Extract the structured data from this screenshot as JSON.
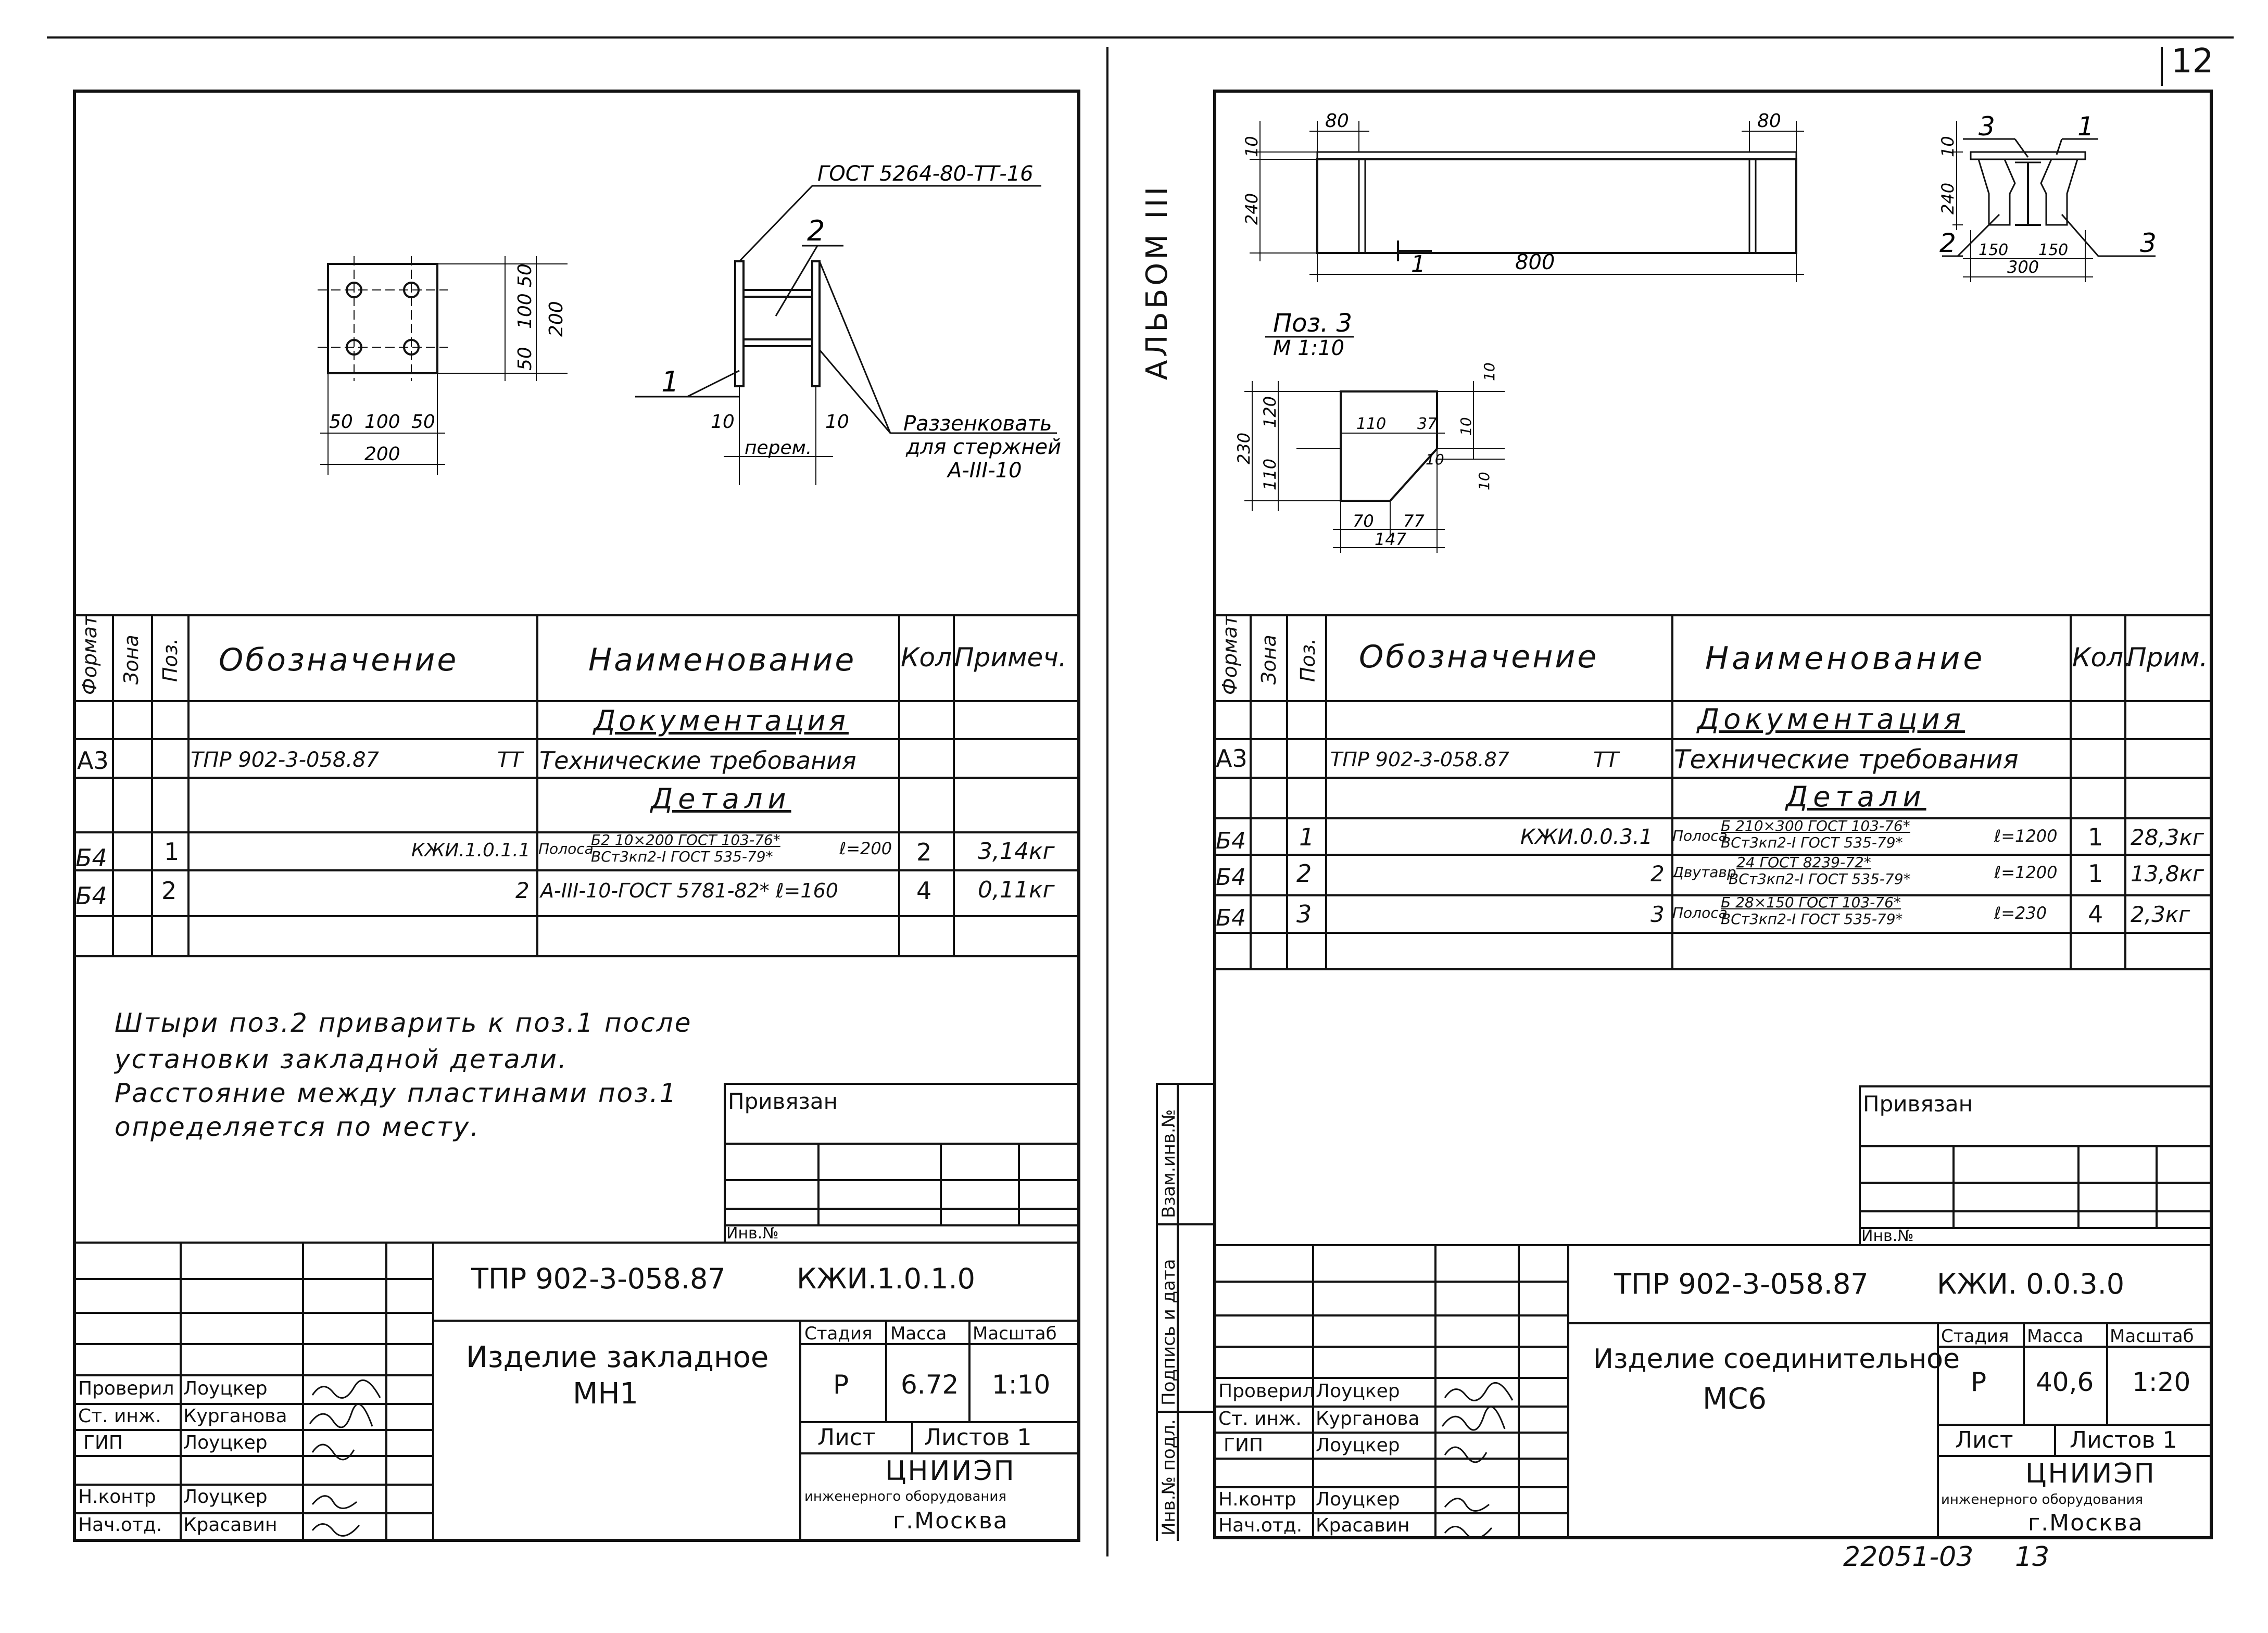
{
  "page": {
    "sheet_number": "12",
    "archive_number": "22051-03",
    "archive_suffix": "13"
  },
  "left": {
    "drawing": {
      "gost_ref": "ГОСТ 5264-80-ТТ-16",
      "pos1": "1",
      "pos2": "2",
      "dims": {
        "d50a": "50",
        "d100a": "100",
        "d50b": "50",
        "d200a": "200",
        "d50c": "50",
        "d100b": "100",
        "d50d": "50",
        "d200b": "200",
        "d10a": "10",
        "d10b": "10",
        "perem": "перем."
      },
      "note1": "Раззенковать",
      "note2": "для стержней",
      "note3": "А-III-10"
    },
    "spec": {
      "headers": {
        "format": "Формат",
        "zone": "Зона",
        "pos": "Поз.",
        "designation": "Обозначение",
        "name": "Наименование",
        "qty": "Кол.",
        "note": "Примеч."
      },
      "section_docs": "Документация",
      "section_parts": "Детали",
      "rows": [
        {
          "format": "А3",
          "pos": "",
          "designation": "ТПР 902-3-058.87",
          "code": "ТТ",
          "name": "Технические требования",
          "qty": "",
          "note": ""
        },
        {
          "format": "Б4",
          "pos": "1",
          "designation": "КЖИ.1.0.1.1",
          "code": "",
          "name_prefix": "Полоса",
          "name_top": "Б2 10×200 ГОСТ 103-76*",
          "name_bottom": "ВСт3кп2-I ГОСТ 535-79*",
          "name_len": "ℓ=200",
          "qty": "2",
          "note": "3,14кг"
        },
        {
          "format": "Б4",
          "pos": "2",
          "designation": "2",
          "code": "",
          "name": "А-III-10-ГОСТ 5781-82* ℓ=160",
          "qty": "4",
          "note": "0,11кг"
        }
      ]
    },
    "notes": [
      "Штыри поз.2 приварить к поз.1 после",
      "установки закладной детали.",
      "Расстояние между пластинами поз.1",
      "определяется по месту."
    ],
    "stamp": {
      "privyazan": "Привязан",
      "inv_no": "Инв.№",
      "doc_code": "ТПР 902-3-058.87",
      "doc_kzhi": "КЖИ.1.0.1.0",
      "title1": "Изделие закладное",
      "title2": "МН1",
      "stage_h": "Стадия",
      "mass_h": "Масса",
      "scale_h": "Масштаб",
      "stage": "Р",
      "mass": "6.72",
      "scale": "1:10",
      "sheet": "Лист",
      "sheets": "Листов 1",
      "org1": "ЦНИИЭП",
      "org2": "инженерного оборудования",
      "org3": "г.Москва",
      "roles": [
        {
          "role": "Проверил",
          "name": "Лоуцкер"
        },
        {
          "role": "Ст. инж.",
          "name": "Курганова"
        },
        {
          "role": "ГИП",
          "name": "Лоуцкер"
        },
        {
          "role": "Н.контр",
          "name": "Лоуцкер"
        },
        {
          "role": "Нач.отд.",
          "name": "Красавин"
        }
      ]
    }
  },
  "right": {
    "album": "АЛЬБОМ III",
    "drawing": {
      "dims": {
        "d80a": "80",
        "d80b": "80",
        "d10a": "10",
        "d240a": "240",
        "d800": "800",
        "sec": "1",
        "p3": "3",
        "p1": "1",
        "p2": "2",
        "p3b": "3",
        "d10b": "10",
        "d240b": "240",
        "d150a": "150",
        "d150b": "150",
        "d300": "300"
      },
      "pos3_title": "Поз. 3",
      "pos3_scale": "М 1:10",
      "pos3_dims": {
        "d230": "230",
        "d120": "120",
        "d110v": "110",
        "d110h": "110",
        "d37": "37",
        "d10a": "10",
        "d10b": "10",
        "d10c": "10",
        "d10d": "10",
        "d70": "70",
        "d77": "77",
        "d147": "147"
      }
    },
    "spec": {
      "headers": {
        "format": "Формат",
        "zone": "Зона",
        "pos": "Поз.",
        "designation": "Обозначение",
        "name": "Наименование",
        "qty": "Кол.",
        "note": "Прим."
      },
      "section_docs": "Документация",
      "section_parts": "Детали",
      "rows": [
        {
          "format": "А3",
          "pos": "",
          "designation": "ТПР 902-3-058.87",
          "code": "ТТ",
          "name": "Технические требования",
          "qty": "",
          "note": ""
        },
        {
          "format": "Б4",
          "pos": "1",
          "designation": "КЖИ.0.0.3.1",
          "name_prefix": "Полоса",
          "name_top": "Б 210×300 ГОСТ 103-76*",
          "name_bottom": "ВСт3кп2-I ГОСТ 535-79*",
          "name_len": "ℓ=1200",
          "qty": "1",
          "note": "28,3кг"
        },
        {
          "format": "Б4",
          "pos": "2",
          "designation": "2",
          "name_prefix": "Двутавр",
          "name_top": "24 ГОСТ 8239-72*",
          "name_bottom": "ВСт3кп2-I ГОСТ 535-79*",
          "name_len": "ℓ=1200",
          "qty": "1",
          "note": "13,8кг"
        },
        {
          "format": "Б4",
          "pos": "3",
          "designation": "3",
          "name_prefix": "Полоса",
          "name_top": "Б 28×150 ГОСТ 103-76*",
          "name_bottom": "ВСт3кп2-I ГОСТ 535-79*",
          "name_len": "ℓ=230",
          "qty": "4",
          "note": "2,3кг"
        }
      ]
    },
    "side_labels": {
      "vzam": "Взам.инв.№",
      "podp": "Подпись и дата",
      "inv": "Инв.№ подл."
    },
    "stamp": {
      "privyazan": "Привязан",
      "inv_no": "Инв.№",
      "doc_code": "ТПР 902-3-058.87",
      "doc_kzhi": "КЖИ. 0.0.3.0",
      "title1": "Изделие соединительное",
      "title2": "МС6",
      "stage_h": "Стадия",
      "mass_h": "Масса",
      "scale_h": "Масштаб",
      "stage": "Р",
      "mass": "40,6",
      "scale": "1:20",
      "sheet": "Лист",
      "sheets": "Листов 1",
      "org1": "ЦНИИЭП",
      "org2": "инженерного оборудования",
      "org3": "г.Москва",
      "roles": [
        {
          "role": "Проверил",
          "name": "Лоуцкер"
        },
        {
          "role": "Ст. инж.",
          "name": "Курганова"
        },
        {
          "role": "ГИП",
          "name": "Лоуцкер"
        },
        {
          "role": "Н.контр",
          "name": "Лоуцкер"
        },
        {
          "role": "Нач.отд.",
          "name": "Красавин"
        }
      ]
    }
  }
}
